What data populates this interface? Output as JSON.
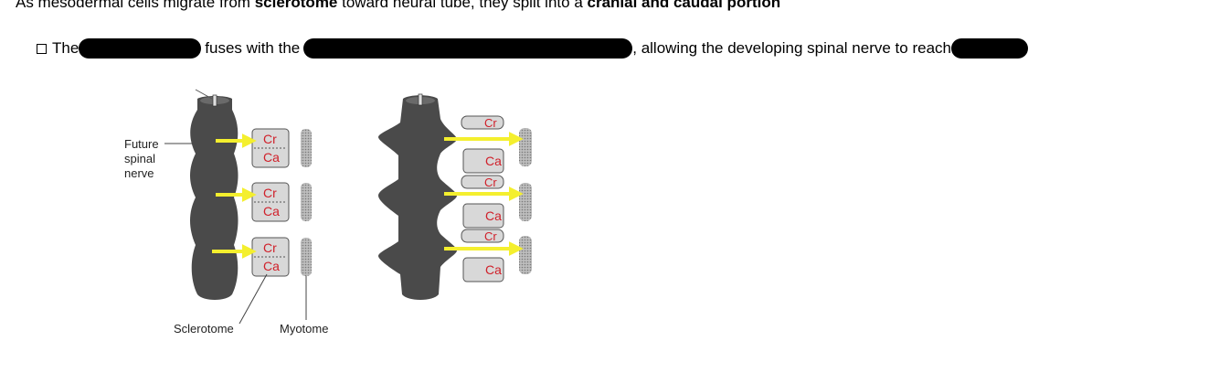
{
  "top_text": {
    "prefix": "As mesodermal cells migrate from ",
    "bold1": "sclerotome",
    "middle": " toward neural tube, they split into a ",
    "bold2": "cranial and caudal portion"
  },
  "bullet": {
    "word_the": "The",
    "fuses": "fuses with the",
    "allowing": ", allowing the developing spinal nerve to reach"
  },
  "figure": {
    "label_future": "Future",
    "label_spinal": "spinal",
    "label_nerve": "nerve",
    "label_sclerotome": "Sclerotome",
    "label_myotome": "Myotome",
    "cr": "Cr",
    "ca": "Ca",
    "colors": {
      "arrow": "#f4ef2e",
      "tube": "#4a4a4a",
      "block": "#d8d8d8",
      "red_text": "#d0202a"
    }
  }
}
